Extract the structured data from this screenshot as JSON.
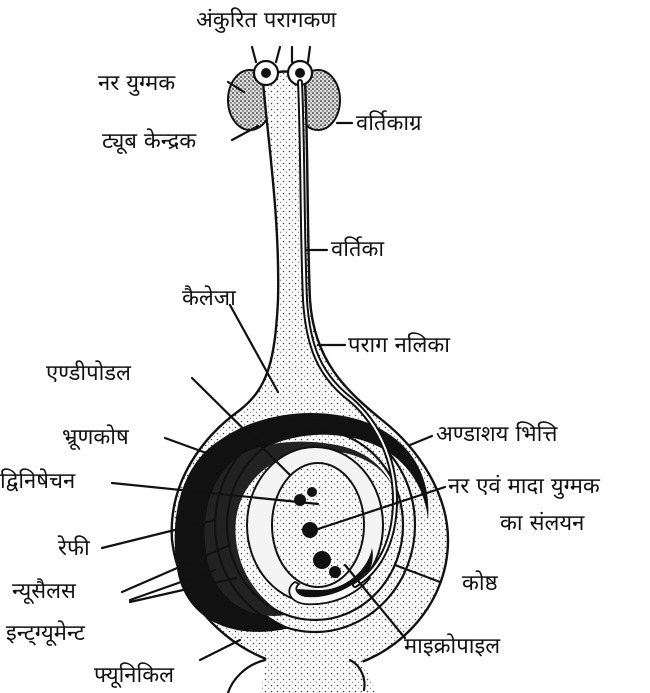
{
  "labels": {
    "germinated_pollen": "अंकुरित परागकण",
    "male_gamete": "नर युग्मक",
    "tube_nucleus": "ट्यूब केन्द्रक",
    "stigma": "वर्तिकाग्र",
    "style": "वर्तिका",
    "chalaza": "कैलेजा",
    "pollen_tube": "पराग नलिका",
    "endopodal": "एण्डीपोडल",
    "embryo_sac": "भ्रूणकोष",
    "ovary_wall": "अण्डाशय भित्ति",
    "double_fertilization": "द्विनिषेचन",
    "fusion_line1": "नर एवं मादा युग्मक",
    "fusion_line2": "का संलयन",
    "raphe": "रेफी",
    "nucellus": "न्यूसैलस",
    "locule": "कोष्ठ",
    "integument": "इन्ट्ग्यूमेन्ट",
    "micropyle": "माइक्रोपाइल",
    "funicle": "फ्यूनिकिल"
  }
}
